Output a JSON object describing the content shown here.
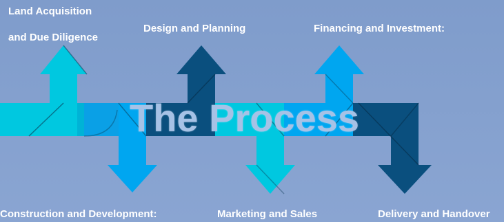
{
  "title": "The Process",
  "steps": [
    {
      "label_line1": "Land Acquisition",
      "label_line2": "and  Due Diligence",
      "direction": "up"
    },
    {
      "label": "Construction and Development:",
      "direction": "down"
    },
    {
      "label": "Design and Planning",
      "direction": "up"
    },
    {
      "label": "Marketing and Sales",
      "direction": "down"
    },
    {
      "label": "Financing and Investment:",
      "direction": "up"
    },
    {
      "label": "Delivery and Handover",
      "direction": "down"
    }
  ],
  "colors": {
    "background": "#7f9ccb",
    "cyan": "#00c8e0",
    "sky_blue": "#00a6f0",
    "navy": "#0a4f7e",
    "title": "#a6c2e6"
  }
}
